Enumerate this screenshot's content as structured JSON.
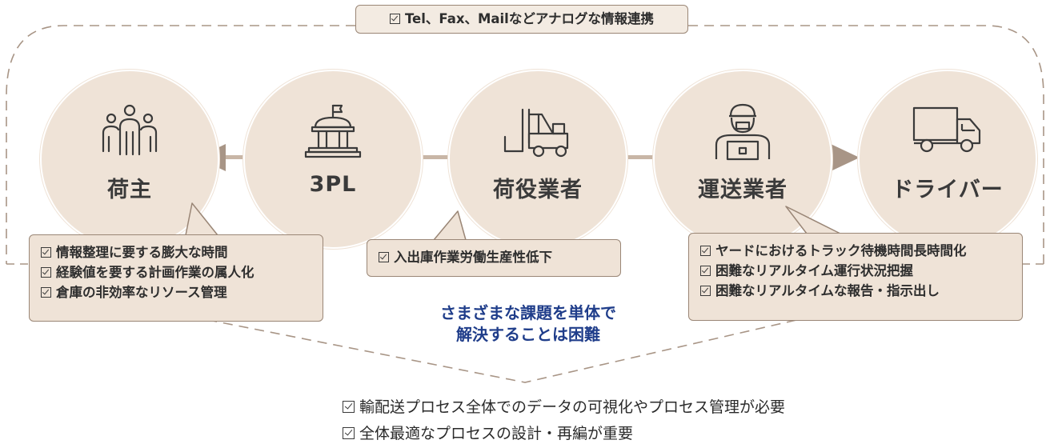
{
  "top_tag": {
    "text": "Tel、Fax、Mailなどアナログな情報連携"
  },
  "nodes": [
    {
      "label": "荷主",
      "icon": "people-group-icon"
    },
    {
      "label": "3PL",
      "icon": "building-flag-icon"
    },
    {
      "label": "荷役業者",
      "icon": "forklift-icon"
    },
    {
      "label": "運送業者",
      "icon": "worker-laptop-icon"
    },
    {
      "label": "ドライバー",
      "icon": "truck-icon"
    }
  ],
  "notes": {
    "left": [
      "情報整理に要する膨大な時間",
      "経験値を要する計画作業の属人化",
      "倉庫の非効率なリソース管理"
    ],
    "middle": [
      "入出庫作業労働生産性低下"
    ],
    "right": [
      "ヤードにおけるトラック待機時間長時間化",
      "困難なリアルタイム運行状況把握",
      "困難なリアルタイムな報告・指示出し"
    ]
  },
  "center_message": {
    "line1": "さまざまな課題を単体で",
    "line2": "解決することは困難"
  },
  "conclusions": [
    "輸配送プロセス全体でのデータの可視化やプロセス管理が必要",
    "全体最適なプロセスの設計・再編が重要"
  ],
  "colors": {
    "node_fill": "#efe3d7",
    "connector": "#c8b6a6",
    "arrow": "#a89586",
    "dashed": "#a89586",
    "message": "#1f3d8a"
  }
}
